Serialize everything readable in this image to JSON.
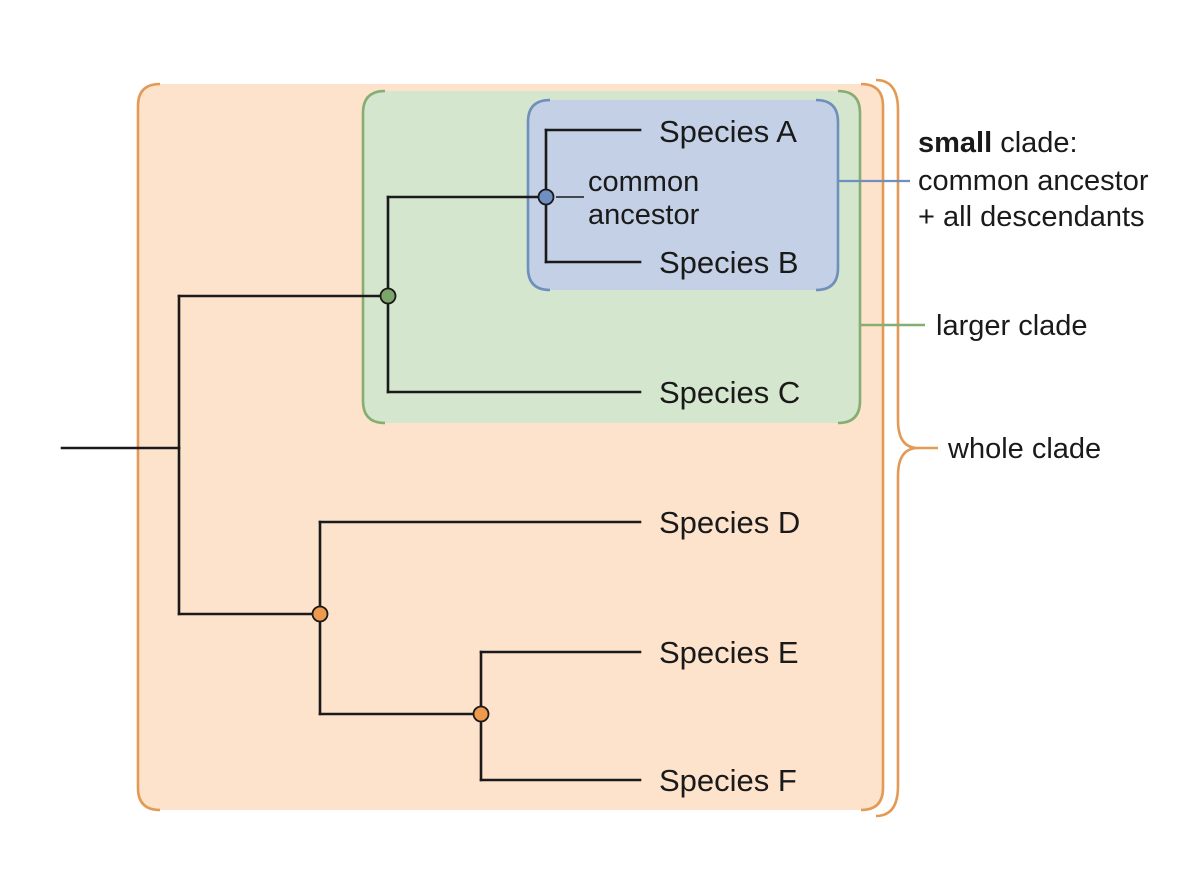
{
  "colors": {
    "whole_fill": "#fde3cc",
    "whole_stroke": "#e39a55",
    "larger_fill": "#d4e6cd",
    "larger_stroke": "#86ad72",
    "small_fill": "#c3d0e6",
    "small_stroke": "#6f8fbd",
    "node_green": "#7aa66a",
    "node_blue": "#6f8fc0",
    "node_orange": "#ee9a4e",
    "branch": "#1a1a1a"
  },
  "species": {
    "a": "Species A",
    "b": "Species B",
    "c": "Species C",
    "d": "Species D",
    "e": "Species E",
    "f": "Species F"
  },
  "ancestor_label": {
    "line1": "common",
    "line2": "ancestor"
  },
  "annotations": {
    "small": {
      "bold_word": "small",
      "rest_line1": " clade:",
      "line2": "common ancestor",
      "line3": "+ all descendants"
    },
    "larger": "larger clade",
    "whole": "whole clade"
  },
  "icons": {
    "brace_whole": "right-curly-brace-icon"
  }
}
